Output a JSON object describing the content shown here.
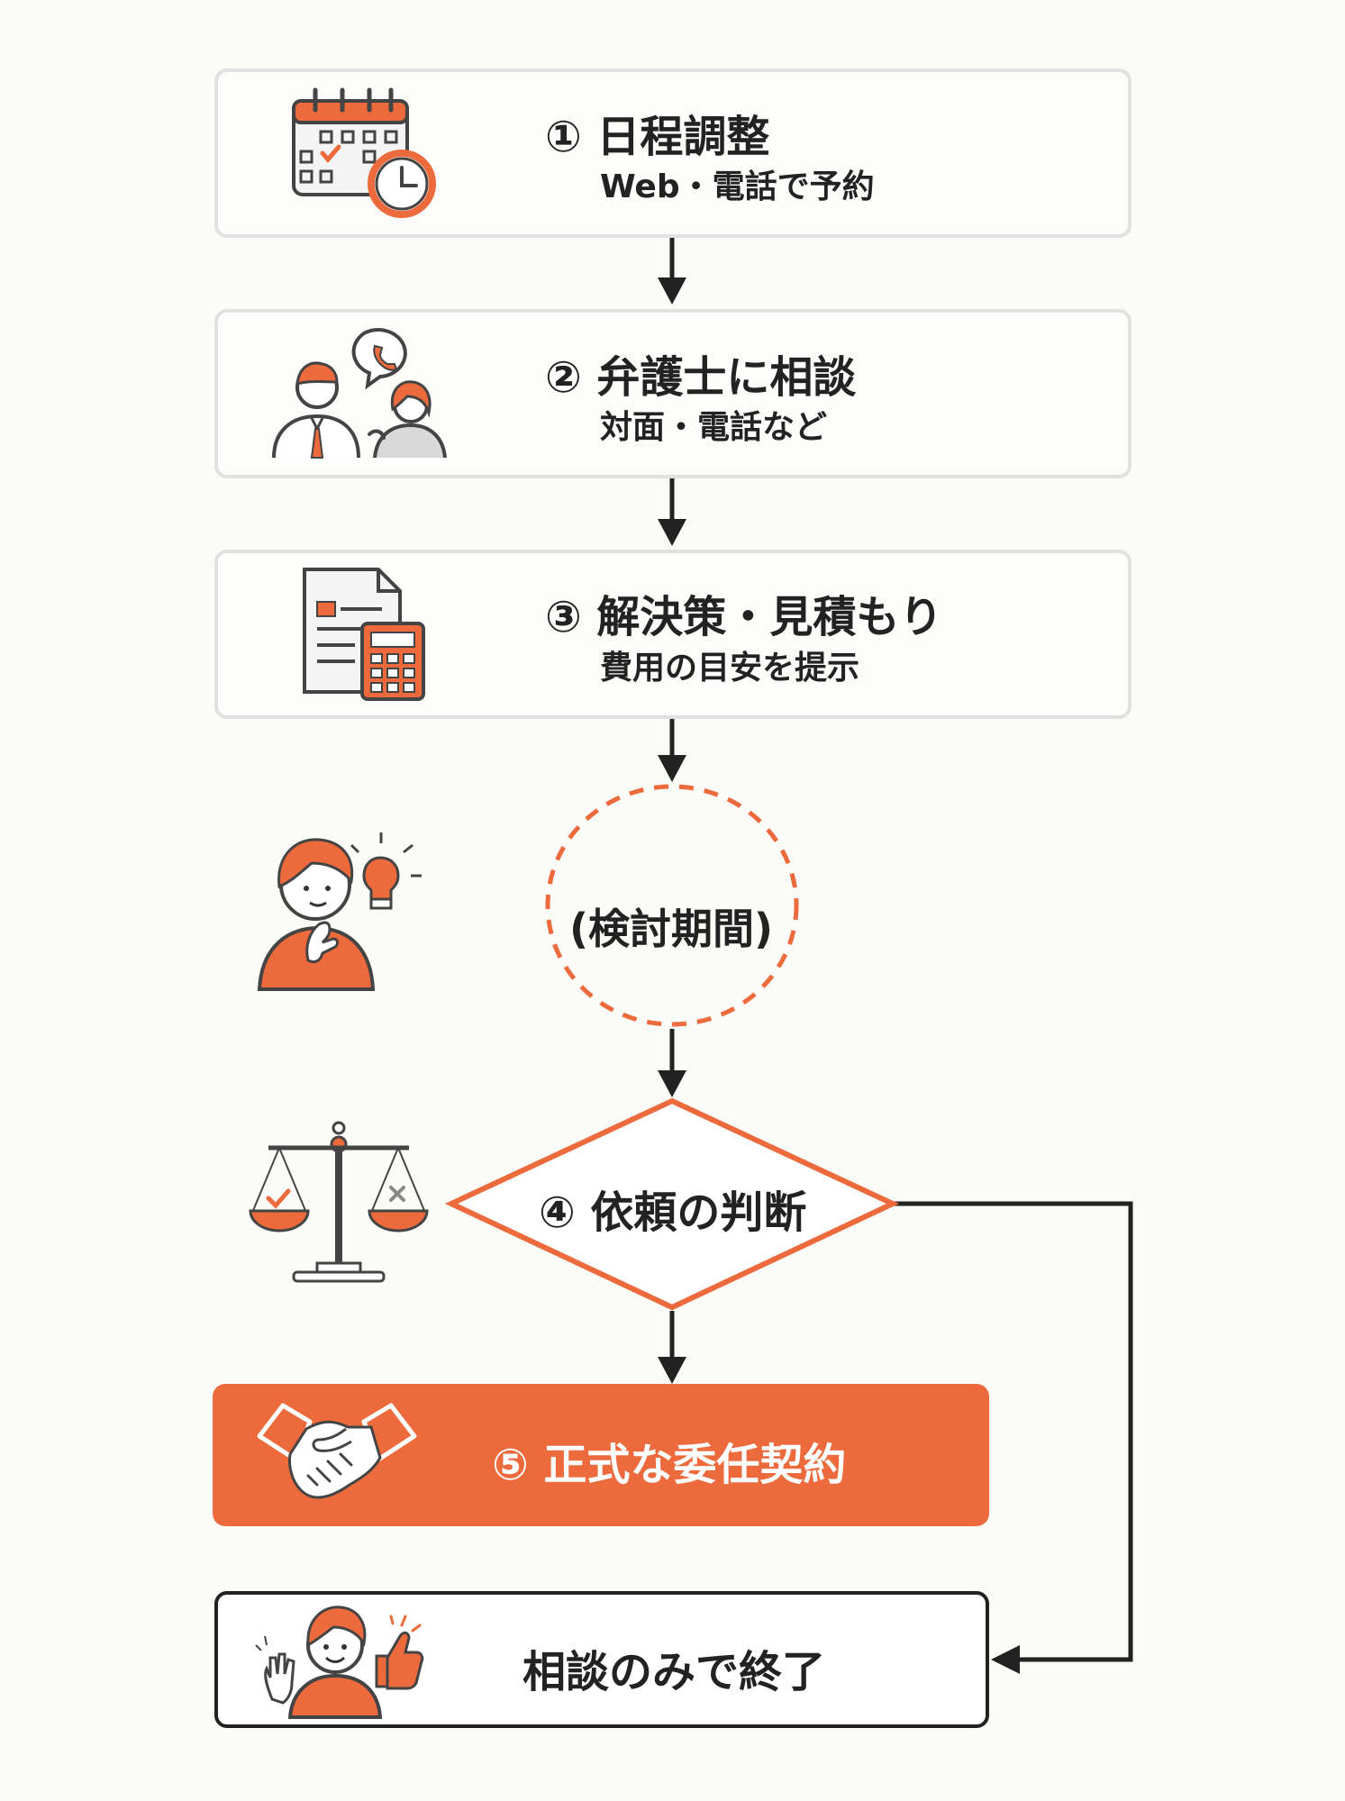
{
  "steps": [
    {
      "title": "① 日程調整",
      "sub": "Web・電話で予約",
      "icon": "calendar-clock-icon"
    },
    {
      "title": "② 弁護士に相談",
      "sub": "対面・電話など",
      "icon": "lawyer-consultation-icon"
    },
    {
      "title": "③ 解決策・見積もり",
      "sub": "費用の目安を提示",
      "icon": "document-calculator-icon"
    }
  ],
  "review": {
    "label": "(検討期間)",
    "icon": "thinking-person-icon"
  },
  "decision": {
    "label": "④ 依頼の判断",
    "icon": "scales-icon"
  },
  "contract": {
    "label": "⑤ 正式な委任契約",
    "icon": "handshake-icon"
  },
  "end": {
    "label": "相談のみで終了",
    "icon": "thumbs-up-person-icon"
  },
  "colors": {
    "accent": "#ec6a3c",
    "border": "#e1e1e1",
    "text": "#222222"
  }
}
